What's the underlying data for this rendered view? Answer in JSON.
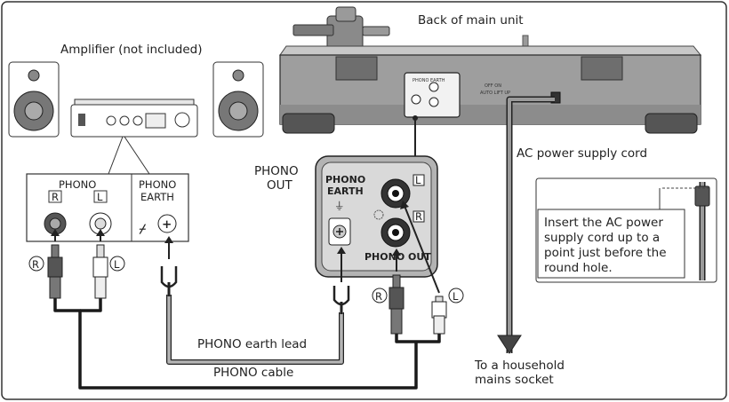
{
  "labels": {
    "back_of_main_unit": "Back of main unit",
    "amplifier": "Amplifier (not included)",
    "phono": "PHONO",
    "phono_earth_line1": "PHONO",
    "phono_earth_line2": "EARTH",
    "amp_r": "R",
    "amp_l": "L",
    "phono_out_line1": "PHONO",
    "phono_out_line2": "OUT",
    "ac_cord": "AC power supply cord",
    "detail_earth_line1": "PHONO",
    "detail_earth_line2": "EARTH",
    "detail_l": "L",
    "detail_r": "R",
    "detail_phono_out": "PHONO OUT",
    "plug_r_left": "R",
    "plug_l_left": "L",
    "plug_r_right": "R",
    "plug_l_right": "L",
    "phono_earth_lead": "PHONO earth lead",
    "phono_cable": "PHONO cable",
    "household_line1": "To a household",
    "household_line2": "mains socket",
    "insert_line1": "Insert the AC power",
    "insert_line2": "supply cord up to a",
    "insert_line3": "point just before the",
    "insert_line4": "round hole."
  }
}
